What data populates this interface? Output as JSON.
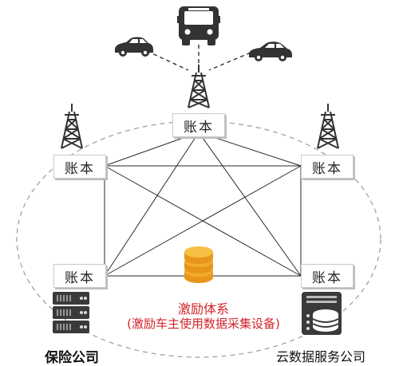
{
  "ledgers": {
    "top": "账本",
    "left_upper": "账本",
    "right_upper": "账本",
    "left_lower": "账本",
    "right_lower": "账本"
  },
  "incentive": {
    "title": "激励体系",
    "description": "(激励车主使用数据采集设备)"
  },
  "nodes": {
    "insurer": "保险公司",
    "cloud_provider": "云数据服务公司"
  },
  "icons": [
    "car-icon",
    "bus-icon",
    "tower-icon",
    "server-rack-icon",
    "database-server-icon",
    "coin-stack-icon"
  ],
  "colors": {
    "accent_red": "#d2232a",
    "coin_gold": "#f0a623",
    "icon_dark": "#3a3a3a"
  }
}
